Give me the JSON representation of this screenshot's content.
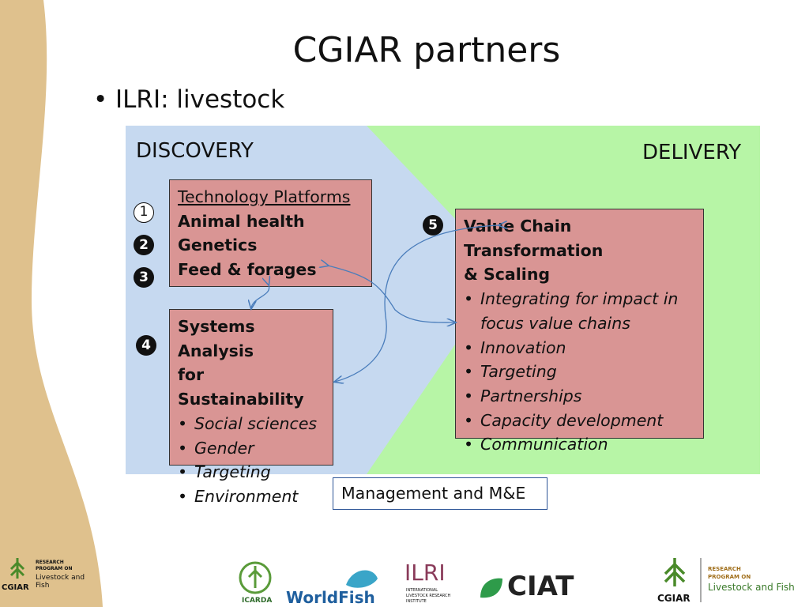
{
  "title": "CGIAR partners",
  "bullet": "ILRI: livestock",
  "zones": {
    "left": "DISCOVERY",
    "right": "DELIVERY"
  },
  "colors": {
    "discovery": "#c6d9f0",
    "delivery": "#b7f5a6",
    "box": "#d99594",
    "arrow": "#4a7dbb",
    "band": "#dfc18d"
  },
  "numbers": [
    "1",
    "2",
    "3",
    "4",
    "5"
  ],
  "tech_box": {
    "heading": "Technology Platforms",
    "items": [
      "Animal health",
      "Genetics",
      "Feed & forages"
    ]
  },
  "sys_box": {
    "heading_1": "Systems Analysis",
    "heading_2": "for Sustainability",
    "items": [
      "Social sciences",
      "Gender",
      "Targeting",
      "Environment"
    ]
  },
  "vct_box": {
    "heading_1": "Value Chain Transformation",
    "heading_2": "& Scaling",
    "items": [
      "Integrating for impact in focus value chains",
      "Innovation",
      "Targeting",
      "Partnerships",
      "Capacity development",
      "Communication"
    ]
  },
  "management": "Management and M&E",
  "logos": {
    "cgiar_left": {
      "name": "CGIAR",
      "line1": "RESEARCH",
      "line2": "PROGRAM ON",
      "line3": "Livestock and Fish"
    },
    "icarda": "ICARDA",
    "worldfish": "WorldFish",
    "ilri": {
      "name": "ILRI",
      "sub1": "INTERNATIONAL",
      "sub2": "LIVESTOCK RESEARCH",
      "sub3": "INSTITUTE"
    },
    "ciat": "CIAT",
    "cgiar_right": {
      "name": "CGIAR",
      "line1": "RESEARCH",
      "line2": "PROGRAM ON",
      "line3": "Livestock and Fish"
    }
  }
}
